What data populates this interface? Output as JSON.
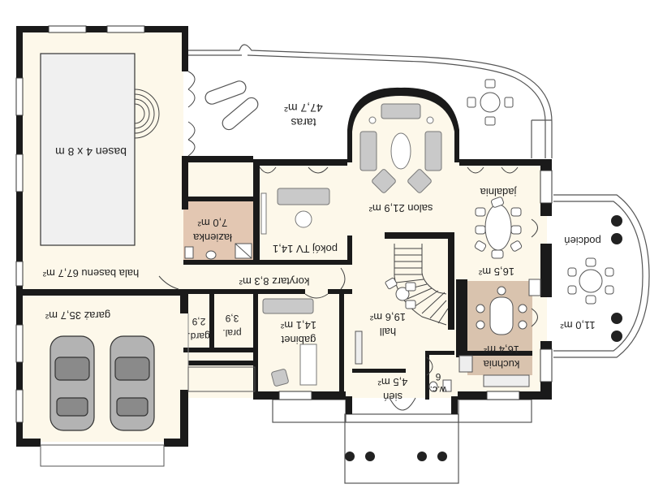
{
  "colors": {
    "wall": "#1a1a1a",
    "floor": "#fdf8ea",
    "bathroom": "#e3c7b2",
    "kitchen": "#d9c3ae",
    "pool_water": "#f0f0f0",
    "furniture": "#c9c9c9",
    "outdoor": "#ffffff",
    "label_text": "#222222"
  },
  "rooms": {
    "basen": {
      "name": "basen",
      "value": "4 x 8 m"
    },
    "hala_basenu": {
      "name": "hala basenu",
      "area": "67,7 m²"
    },
    "taras": {
      "name": "taras",
      "area": "47,7 m²"
    },
    "lazienka": {
      "name": "łazienka",
      "area": "7,0 m²"
    },
    "pokoj_tv": {
      "name": "pokój TV",
      "area": "14,1"
    },
    "salon": {
      "name": "salon",
      "area": "21,9 m²"
    },
    "jadalnia": {
      "name": "jadalnia",
      "area": "16,5 m²"
    },
    "podcien": {
      "name": "podcień",
      "area": "11,0 m²"
    },
    "korytarz": {
      "name": "korytarz",
      "area": "8,3 m²"
    },
    "garaz": {
      "name": "garaż",
      "area": "35,7 m²"
    },
    "gard": {
      "name": "gard.",
      "area": "2,9"
    },
    "pral": {
      "name": "pral.",
      "area": "3,9"
    },
    "gabinet": {
      "name": "gabinet",
      "area": "14,1 m²"
    },
    "hall": {
      "name": "hall",
      "area": "19,6 m²"
    },
    "kuchnia": {
      "name": "kuchnia",
      "area": "16,4 m²"
    },
    "sien": {
      "name": "sień",
      "area": "4,5 m²"
    },
    "wc": {
      "name": "w.c.",
      "area": "6"
    }
  },
  "icons": {
    "car": "car-icon",
    "round_table": "round-table-icon",
    "sofa": "sofa-icon",
    "stairs": "stairs-icon",
    "lounger": "lounger-icon",
    "column": "column-icon",
    "toilet": "toilet-icon"
  }
}
